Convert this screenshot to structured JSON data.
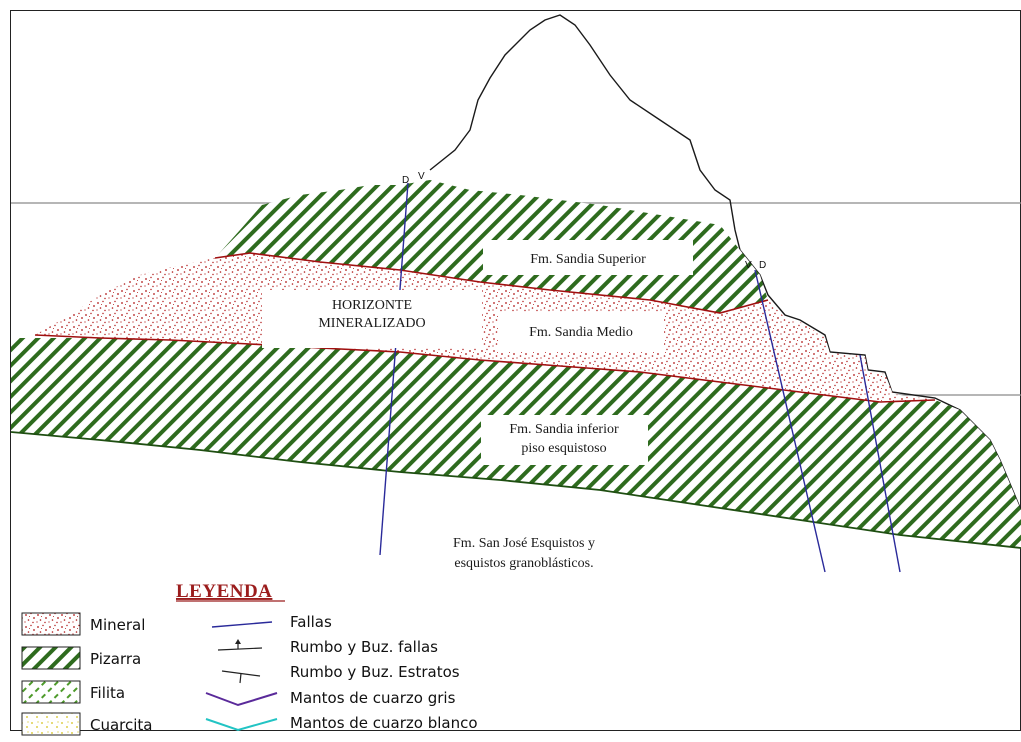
{
  "section": {
    "fault_markers_left": [
      "D",
      "V"
    ],
    "fault_markers_right": [
      "V",
      "D"
    ],
    "labels": {
      "sandia_superior": "Fm. Sandia Superior",
      "horizonte_1": "HORIZONTE",
      "horizonte_2": "MINERALIZADO",
      "sandia_medio": "Fm. Sandia Medio",
      "sandia_inferior_1": "Fm. Sandia inferior",
      "sandia_inferior_2": "piso esquistoso",
      "san_jose_1": "Fm. San José Esquistos y",
      "san_jose_2": "esquistos granoblásticos."
    }
  },
  "legend": {
    "title": "LEYENDA",
    "lithology": [
      {
        "label": "Mineral",
        "pattern": "mineral-pattern"
      },
      {
        "label": "Pizarra",
        "pattern": "pizarra-pattern"
      },
      {
        "label": "Filita",
        "pattern": "filita-pattern"
      },
      {
        "label": "Cuarcita",
        "pattern": "cuarcita-pattern"
      }
    ],
    "symbols": [
      {
        "label": "Fallas",
        "icon": "fault-line-icon"
      },
      {
        "label": "Rumbo y Buz. fallas",
        "icon": "fault-dip-icon"
      },
      {
        "label": "Rumbo y Buz. Estratos",
        "icon": "strata-dip-icon"
      },
      {
        "label": "Mantos de cuarzo gris",
        "icon": "gray-quartz-icon",
        "color": "#5a2a9a"
      },
      {
        "label": "Mantos de cuarzo blanco",
        "icon": "white-quartz-icon",
        "color": "#22c4c4"
      }
    ]
  },
  "colors": {
    "hatch": "#2e6b1e",
    "mineral_dots": "#b01818",
    "fault": "#2a2a9a",
    "contact": "#a01010",
    "legend_title": "#9b1c1c"
  }
}
